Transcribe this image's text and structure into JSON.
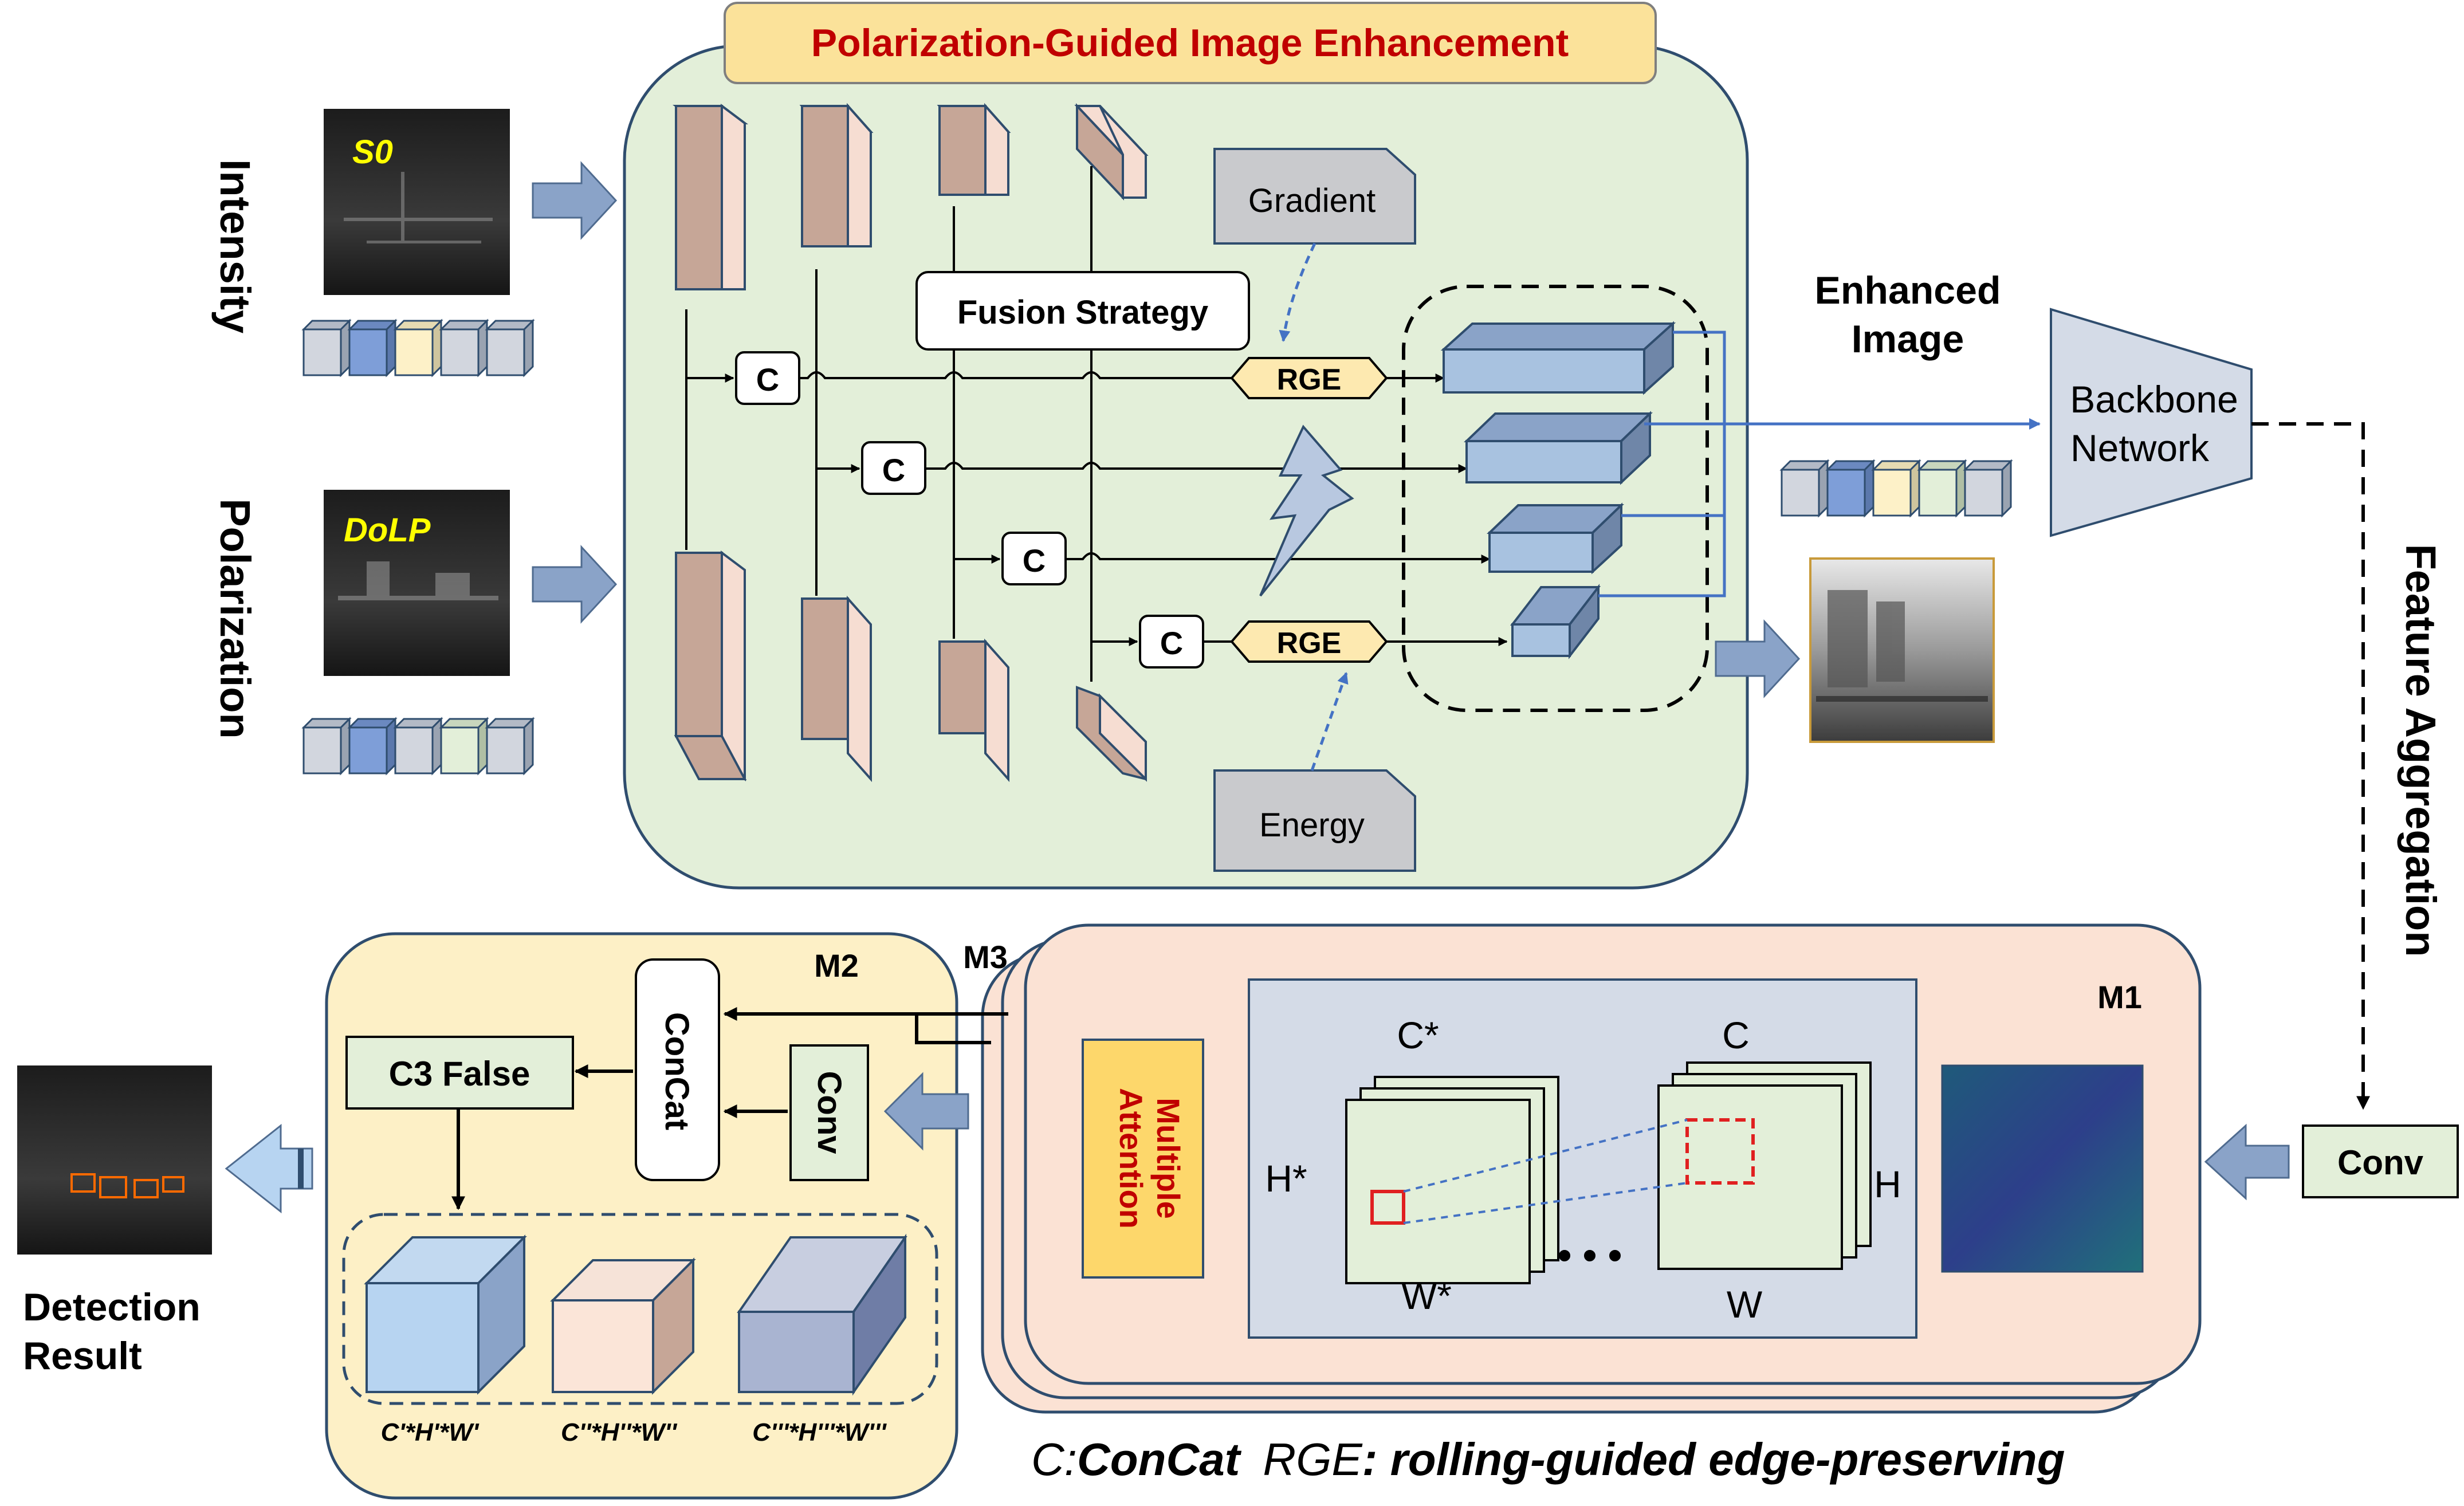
{
  "title": "Polarization-Guided Image Enhancement",
  "inputs": {
    "intensity": {
      "side_label": "Intensity",
      "image_label": "S0"
    },
    "polarization": {
      "side_label": "Polarization",
      "image_label": "DoLP"
    }
  },
  "enhancement": {
    "fusion_strategy": "Fusion Strategy",
    "gradient": "Gradient",
    "energy": "Energy",
    "rge": "RGE",
    "concat": "C"
  },
  "enhanced_image_label": [
    "Enhanced",
    "Image"
  ],
  "backbone_label": [
    "Backbone",
    "Network"
  ],
  "feature_aggregation": "Feature Aggregation",
  "conv": "Conv",
  "m1": {
    "tag": "M1",
    "multiple_attention": [
      "Multiple",
      "Attention"
    ],
    "c_star": "C*",
    "h_star": "H*",
    "w_star": "W*",
    "c": "C",
    "h": "H",
    "w": "W",
    "ellipsis": "• • •"
  },
  "m2": {
    "tag": "M2",
    "concat": "ConCat",
    "conv": "Conv",
    "c3_false": "C3 False",
    "dims": [
      "C'*H'*W'",
      "C''*H''*W''",
      "C'''*H'''*W'''"
    ]
  },
  "m3": {
    "tag": "M3"
  },
  "detection_result": [
    "Detection",
    "Result"
  ],
  "legend": {
    "c_key": "C:",
    "c_value": "ConCat",
    "rge_key": "RGE",
    "rge_value": ": rolling-guided edge-preserving"
  },
  "colors": {
    "enhance_bg": "#e3efd9",
    "title_bg": "#fbe29a",
    "title_text": "#c00000",
    "m1_bg": "#fbe2d4",
    "m2_bg": "#fdf0c6",
    "block_blue": "#a8c2e0",
    "arrow_blue": "#4472c4"
  }
}
